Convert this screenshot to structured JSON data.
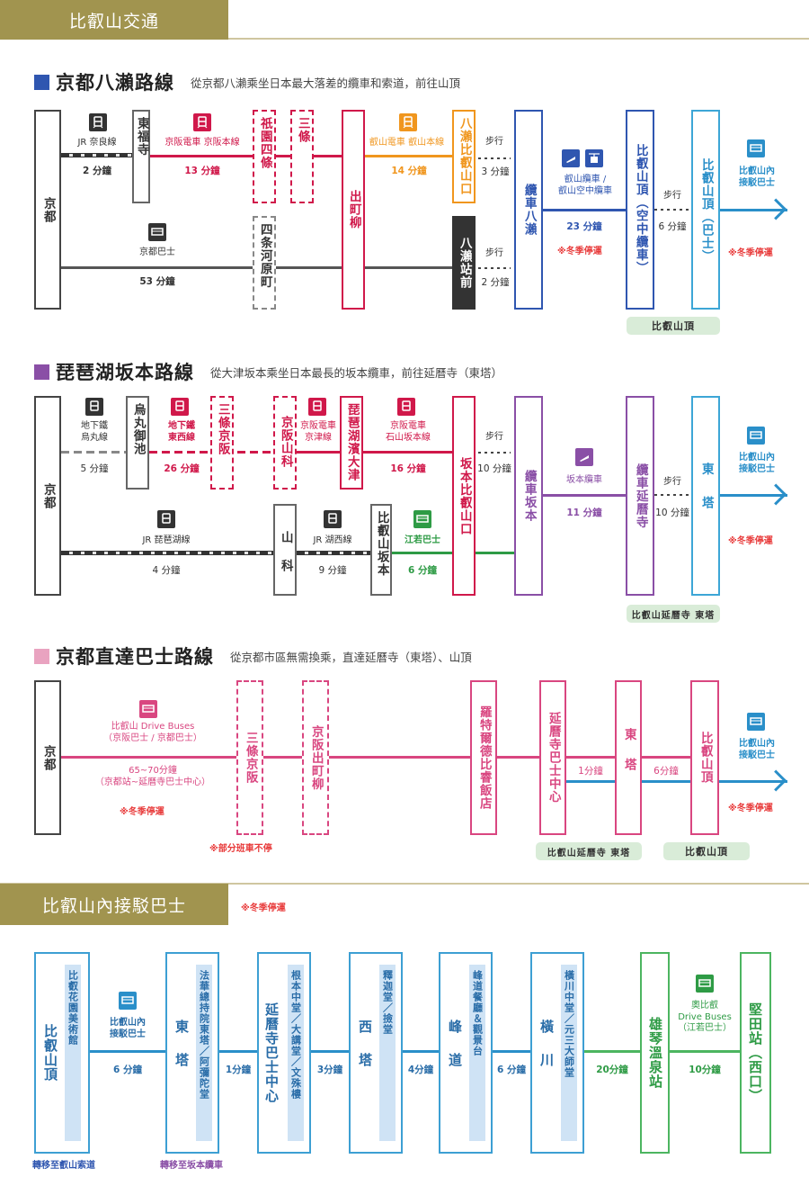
{
  "banner_main": "比叡山交通",
  "banner_inner": "比叡山內接駁巴士",
  "banner_inner_note": "※冬季停運",
  "colors": {
    "banner": "#a1944f",
    "yase": "#2f56b0",
    "biwako": "#8a4fa6",
    "direct": "#e68fb4",
    "keihan": "#d0184a",
    "eizan": "#f0961e",
    "cable_yase": "#2f56b0",
    "bus_blue": "#2a8fc9",
    "green": "#2e9b45",
    "winter_note": "#e83a3a"
  },
  "section1": {
    "title": "京都八瀨路線",
    "desc": "從京都八瀨乘坐日本最大落差的纜車和索道，前往山頂",
    "stations": {
      "kyoto": "京都",
      "tofukuji": "東福寺",
      "gion": "祇園四條",
      "sanjo": "三條",
      "shijo": "四条河原町",
      "demachi": "出町柳",
      "yase_eizan": "八瀨比叡山口",
      "yase_ekimae": "八瀨站前",
      "cable_yase": "纜車八瀨",
      "summit_rope": "比叡山頂（空中纜車）",
      "summit_bus": "比叡山頂（巴士）"
    },
    "segments": {
      "jr_nara": {
        "name": "JR 奈良線",
        "time": "2 分鐘",
        "icon": "train-icon"
      },
      "keihan_main": {
        "name": "京阪電車 京阪本線",
        "time": "13 分鐘",
        "icon": "train-icon"
      },
      "eizan_main": {
        "name": "叡山電車 叡山本線",
        "time": "14 分鐘",
        "icon": "train-icon"
      },
      "kyoto_bus": {
        "name": "京都巴士",
        "time": "53 分鐘",
        "icon": "bus-icon"
      },
      "walk1": {
        "name": "步行",
        "time": "3 分鐘"
      },
      "walk2": {
        "name": "步行",
        "time": "2 分鐘"
      },
      "cable": {
        "name": "叡山纜車 / 叡山空中纜車",
        "name_l1": "叡山纜車 /",
        "name_l2": "叡山空中纜車",
        "time": "23 分鐘",
        "note": "※冬季停運",
        "icons": [
          "cable-car-icon",
          "ropeway-icon"
        ]
      },
      "walk3": {
        "name": "步行",
        "time": "6 分鐘"
      },
      "shuttle": {
        "name_l1": "比叡山內",
        "name_l2": "接駁巴士",
        "note": "※冬季停運",
        "icon": "bus-icon"
      }
    },
    "area_label": "比叡山頂"
  },
  "section2": {
    "title": "琵琶湖坂本路線",
    "desc": "從大津坂本乘坐日本最長的坂本纜車，前往延曆寺（東塔）",
    "stations": {
      "kyoto": "京都",
      "karasuma": "烏丸御池",
      "sanjo_keihan": "三條京阪",
      "keihan_yamashina": "京阪山科",
      "biwako_otsu": "琵琶湖濱大津",
      "sakamoto_hieizanguchi": "坂本比叡山口",
      "yamashina": "山科",
      "hieizan_sakamoto": "比叡山坂本",
      "cable_sakamoto": "纜車坂本",
      "cable_enryakuji": "纜車延曆寺",
      "todo": "東塔"
    },
    "segments": {
      "subway_karasuma": {
        "name_l1": "地下鐵",
        "name_l2": "烏丸線",
        "time": "5 分鐘"
      },
      "subway_tozai": {
        "name_l1": "地下鐵",
        "name_l2": "東西線",
        "time": "26 分鐘"
      },
      "keihan_keishin": {
        "name_l1": "京阪電車",
        "name_l2": "京津線"
      },
      "keihan_ishiyama": {
        "name_l1": "京阪電車",
        "name_l2": "石山坂本線",
        "time": "16 分鐘"
      },
      "jr_biwako": {
        "name": "JR 琵琶湖線",
        "time": "4 分鐘"
      },
      "jr_kosei": {
        "name": "JR 湖西線",
        "time": "9 分鐘"
      },
      "ejaku_bus": {
        "name": "江若巴士",
        "time": "6 分鐘"
      },
      "walk1": {
        "name": "步行",
        "time": "10 分鐘"
      },
      "cable": {
        "name": "坂本纜車",
        "time": "11 分鐘"
      },
      "walk2": {
        "name": "步行",
        "time": "10 分鐘"
      },
      "shuttle": {
        "name_l1": "比叡山內",
        "name_l2": "接駁巴士",
        "note": "※冬季停運"
      }
    },
    "area_label": "比叡山延曆寺 東塔"
  },
  "section3": {
    "title": "京都直達巴士路線",
    "desc": "從京都市區無需換乘，直達延曆寺（東塔）、山頂",
    "stations": {
      "kyoto": "京都",
      "sanjo_keihan": "三條京阪",
      "keihan_demachi": "京阪出町柳",
      "hotel": "羅特爾德比睿飯店",
      "bus_center": "延曆寺巴士中心",
      "todo": "東塔",
      "summit": "比叡山頂"
    },
    "segments": {
      "drive_bus": {
        "name_l1": "比叡山 Drive Buses",
        "name_l2": "（京阪巴士 / 京都巴士）",
        "time": "65~70分鐘",
        "time_sub": "（京都站~延曆寺巴士中心）",
        "note": "※冬季停運"
      },
      "t1": "1分鐘",
      "t2": "6分鐘",
      "shuttle": {
        "name_l1": "比叡山內",
        "name_l2": "接駁巴士",
        "note": "※冬季停運"
      },
      "partial_note": "※部分班車不停"
    },
    "area_label_1": "比叡山延曆寺 東塔",
    "area_label_2": "比叡山頂"
  },
  "section4": {
    "stations": [
      {
        "main": "比叡山頂",
        "sub": "比叡花園美術館",
        "below": "轉移至叡山索道"
      },
      {
        "main": "東塔",
        "sub": "法華總持院東塔／阿彌陀堂",
        "below": "轉移至坂本纜車"
      },
      {
        "main": "延曆寺巴士中心",
        "sub": "根本中堂／大講堂／文殊樓"
      },
      {
        "main": "西塔",
        "sub": "釋迦堂／撿堂"
      },
      {
        "main": "峰道",
        "sub": "峰道餐廳＆觀景台"
      },
      {
        "main": "橫川",
        "sub": "橫川中堂／元三大師堂"
      },
      {
        "main": "雄琴溫泉站"
      },
      {
        "main": "堅田站（西口）"
      }
    ],
    "segments": [
      {
        "name_l1": "比叡山內",
        "name_l2": "接駁巴士",
        "time": "6 分鐘"
      },
      {
        "time": "1分鐘"
      },
      {
        "time": "3分鐘"
      },
      {
        "time": "4分鐘"
      },
      {
        "time": "6 分鐘"
      },
      {
        "time": "20分鐘"
      },
      {
        "name_l1": "奧比叡",
        "name_l2": "Drive Buses",
        "name_l3": "（江若巴士）",
        "time": "10分鐘"
      }
    ]
  }
}
